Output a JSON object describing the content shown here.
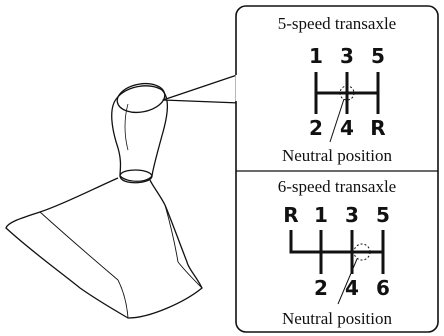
{
  "diagram": {
    "callout_5": {
      "title": "5-speed transaxle",
      "gears_top": [
        "1",
        "3",
        "5"
      ],
      "gears_bottom": [
        "2",
        "4",
        "R"
      ],
      "neutral_label": "Neutral position"
    },
    "callout_6": {
      "title": "6-speed transaxle",
      "gears_top": [
        "R",
        "1",
        "3",
        "5"
      ],
      "gears_bottom": [
        "2",
        "4",
        "6"
      ],
      "neutral_label": "Neutral position"
    }
  }
}
